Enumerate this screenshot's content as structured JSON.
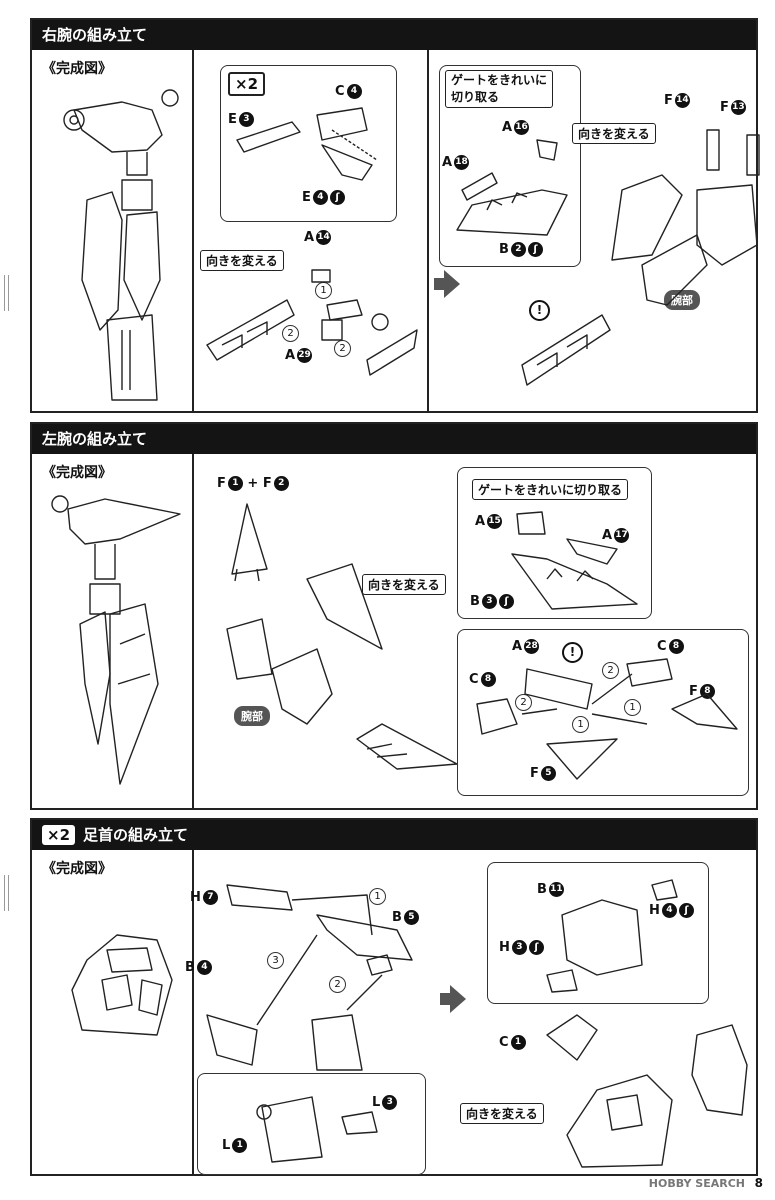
{
  "sections": {
    "right_arm": {
      "title": "右腕の組み立て",
      "done_label": "《完成図》",
      "times": "×2",
      "gate_note_1": "ゲートをきれいに",
      "gate_note_2": "切り取る",
      "turn_label_1": "向きを変える",
      "turn_label_2": "向きを変える",
      "arm_label": "腕部",
      "parts": {
        "e3": "E",
        "e3_n": "3",
        "c4": "C",
        "c4_n": "4",
        "e4": "E",
        "e4_n": "4",
        "a14": "A",
        "a14_n": "14",
        "a29": "A",
        "a29_n": "29",
        "a16": "A",
        "a16_n": "16",
        "a18": "A",
        "a18_n": "18",
        "b2": "B",
        "b2_n": "2",
        "f14": "F",
        "f14_n": "14",
        "f13": "F",
        "f13_n": "13"
      },
      "steps": {
        "s1": "1",
        "s2a": "2",
        "s2b": "2"
      },
      "excl": "!"
    },
    "left_arm": {
      "title": "左腕の組み立て",
      "done_label": "《完成図》",
      "f1f2_a": "F",
      "f1f2_n1": "1",
      "f1f2_plus": "+ F",
      "f1f2_n2": "2",
      "gate_note": "ゲートをきれいに切り取る",
      "turn_label": "向きを変える",
      "arm_label": "腕部",
      "parts": {
        "a15": "A",
        "a15_n": "15",
        "a17": "A",
        "a17_n": "17",
        "b3": "B",
        "b3_n": "3",
        "a28": "A",
        "a28_n": "28",
        "c8a": "C",
        "c8a_n": "8",
        "c8b": "C",
        "c8b_n": "8",
        "f8": "F",
        "f8_n": "8",
        "f5": "F",
        "f5_n": "5"
      },
      "steps": {
        "s2a": "2",
        "s2b": "2",
        "s1a": "1",
        "s1b": "1"
      },
      "excl": "!"
    },
    "ankle": {
      "times": "×2",
      "title": "足首の組み立て",
      "done_label": "《完成図》",
      "turn_label": "向きを変える",
      "parts": {
        "h7": "H",
        "h7_n": "7",
        "b5": "B",
        "b5_n": "5",
        "b4": "B",
        "b4_n": "4",
        "l3": "L",
        "l3_n": "3",
        "l1": "L",
        "l1_n": "1",
        "b11": "B",
        "b11_n": "11",
        "h4": "H",
        "h4_n": "4",
        "h3": "H",
        "h3_n": "3",
        "c1": "C",
        "c1_n": "1"
      },
      "steps": {
        "s1": "1",
        "s2": "2",
        "s3": "3"
      }
    }
  },
  "glue_symbol": "ʃ",
  "page_number": "8",
  "watermark": "HOBBY SEARCH"
}
